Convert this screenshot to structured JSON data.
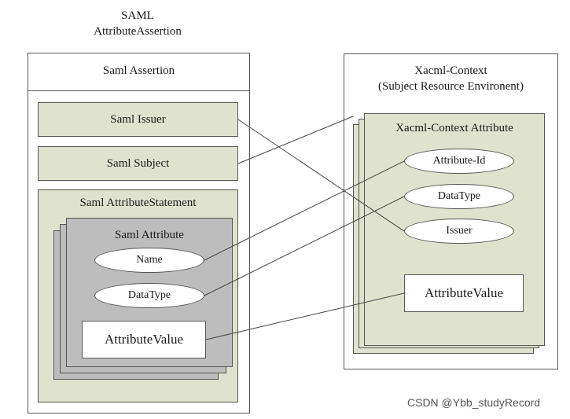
{
  "left": {
    "title_line1": "SAML",
    "title_line2": "AttributeAssertion",
    "assertion_header": "Saml Assertion",
    "issuer": "Saml  Issuer",
    "subject": "Saml  Subject",
    "attribute_statement": "Saml AttributeStatement",
    "attribute": {
      "title": "Saml  Attribute",
      "name": "Name",
      "datatype": "DataType",
      "value": "AttributeValue"
    }
  },
  "right": {
    "title_line1": "Xacml-Context",
    "title_line2": "(Subject Resource Environent)",
    "attribute_title": "Xacml-Context  Attribute",
    "attribute_id": "Attribute-Id",
    "datatype": "DataType",
    "issuer": "Issuer",
    "value": "AttributeValue"
  },
  "watermark": "CSDN @Ybb_studyRecord",
  "colors": {
    "green_fill": "#dfe2cd",
    "gray_fill": "#bdbdbd",
    "stroke": "#555555"
  }
}
